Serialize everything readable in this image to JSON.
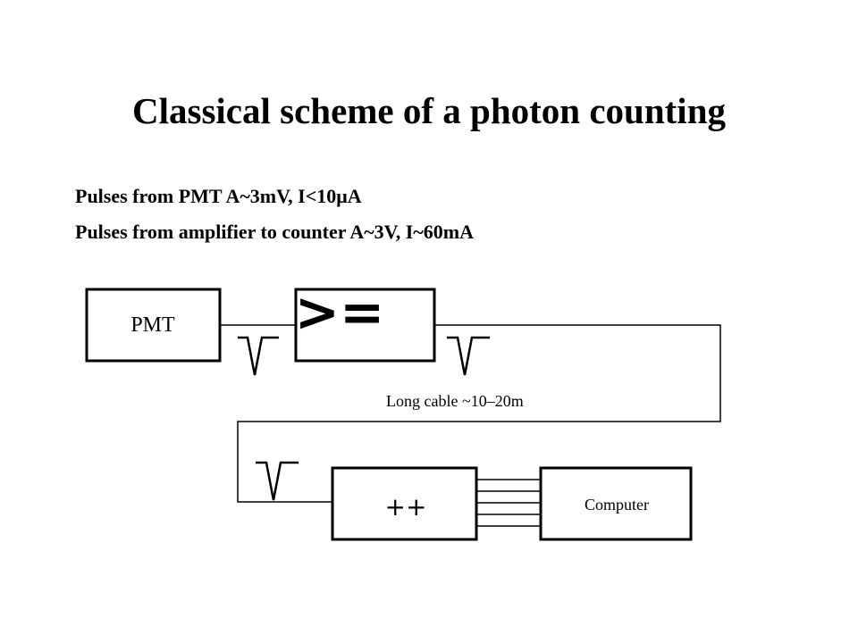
{
  "slide": {
    "title": "Classical scheme of a photon counting",
    "lines": [
      "Pulses from PMT A~3mV, I<10μA",
      "Pulses from amplifier to counter A~3V, I~60mA"
    ]
  },
  "diagram": {
    "blocks": {
      "pmt": "PMT",
      "discriminator": ">=",
      "counter": "++",
      "computer": "Computer"
    },
    "cable_label": "Long cable ~10–20m",
    "pulse_symbol": "negative-pulse",
    "bus_line_count": 5
  }
}
